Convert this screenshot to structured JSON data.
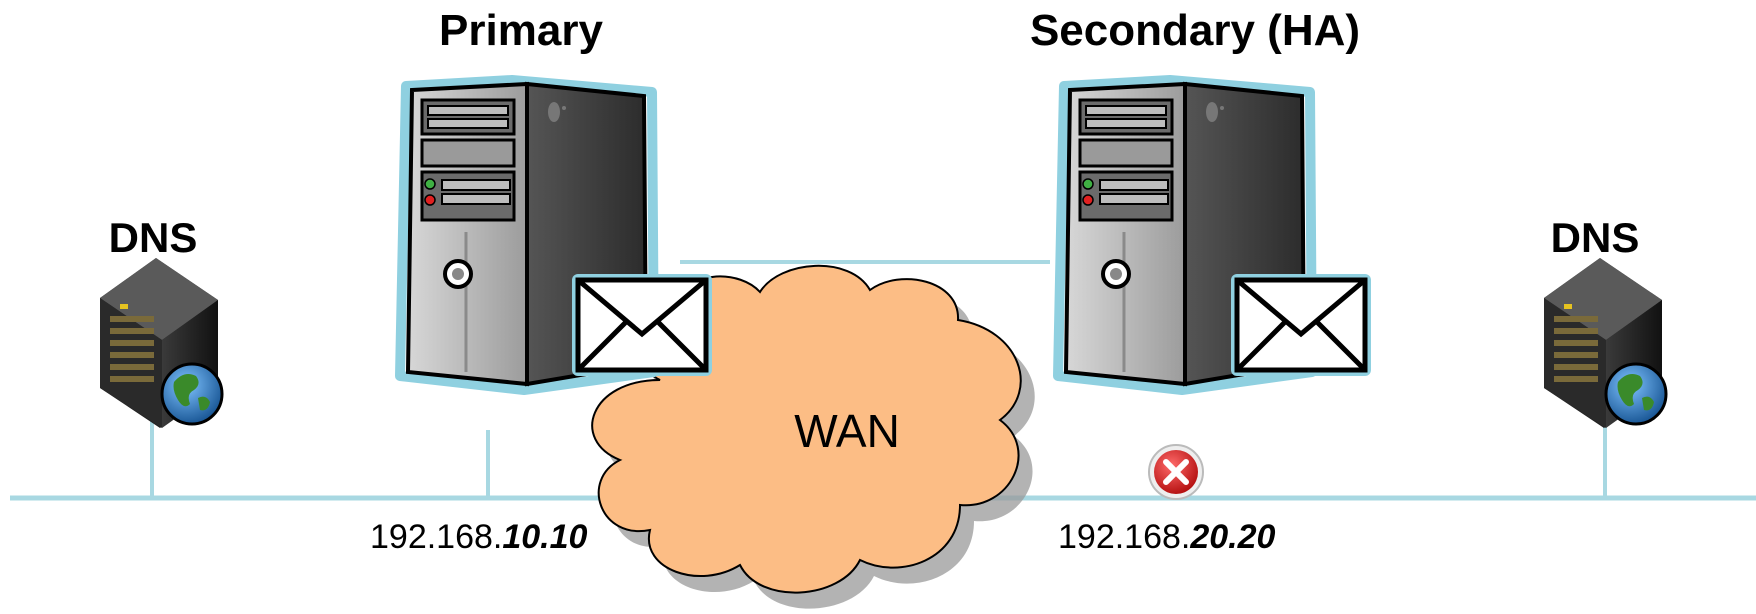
{
  "labels": {
    "primary": "Primary",
    "secondary": "Secondary (HA)",
    "dns_left": "DNS",
    "dns_right": "DNS",
    "wan": "WAN"
  },
  "ip_primary": {
    "prefix": "192.168.",
    "suffix": "10.10"
  },
  "ip_secondary": {
    "prefix": "192.168.",
    "suffix": "20.20"
  },
  "icons": {
    "primary_server": "server-tower-icon",
    "secondary_server": "server-tower-icon",
    "mail": "envelope-icon",
    "dns": "rack-server-globe-icon",
    "status": "error-x-icon",
    "network": "cloud-icon"
  },
  "colors": {
    "network_line": "#a8d8e2",
    "highlight_outline": "#8fd0e0",
    "cloud_fill": "#fcbd85",
    "error_red": "#d81e1e"
  }
}
